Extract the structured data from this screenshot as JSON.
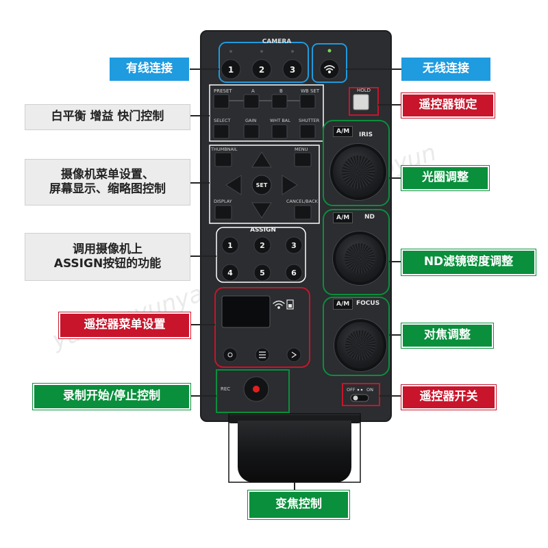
{
  "device": {
    "camera_label": "CAMERA",
    "camera_buttons": [
      "1",
      "2",
      "3"
    ],
    "wifi_icon": "wifi-icon",
    "hold_label": "HOLD",
    "wb_row_top": [
      "PRESET",
      "A",
      "B",
      "WB SET"
    ],
    "wb_row_bottom": [
      "SELECT",
      "GAIN",
      "WHT BAL",
      "SHUTTER"
    ],
    "menu_labels": {
      "thumbnail": "THUMBNAIL",
      "menu": "MENU",
      "set": "SET",
      "display": "DISPLAY",
      "cancel": "CANCEL/BACK"
    },
    "assign_label": "ASSIGN",
    "assign_buttons": [
      "1",
      "2",
      "3",
      "4",
      "5",
      "6"
    ],
    "iris_am": "A/M",
    "iris_label": "IRIS",
    "nd_am": "A/M",
    "nd_label": "ND",
    "focus_am": "A/M",
    "focus_label": "FOCUS",
    "rec_label": "REC",
    "power_off": "OFF",
    "power_on": "ON"
  },
  "callouts": {
    "wired": "有线连接",
    "wireless": "无线连接",
    "lock": "遥控器锁定",
    "wb": "白平衡 增益 快门控制",
    "menu_line1": "摄像机菜单设置、",
    "menu_line2": "屏幕显示、缩略图控制",
    "iris": "光圈调整",
    "assign_line1": "调用摄像机上",
    "assign_line2": "ASSIGN按钮的功能",
    "nd": "ND滤镜密度调整",
    "remote_menu": "遥控器菜单设置",
    "focus": "对焦调整",
    "rec": "录制开始/停止控制",
    "power": "遥控器开关",
    "zoom": "变焦控制"
  },
  "colors": {
    "blue": "#1f9be0",
    "red": "#c8152b",
    "green": "#0a8f3c",
    "gray": "#ececec",
    "panel": "#2b2d30"
  },
  "watermark": "yunyaoyunyaoyun"
}
